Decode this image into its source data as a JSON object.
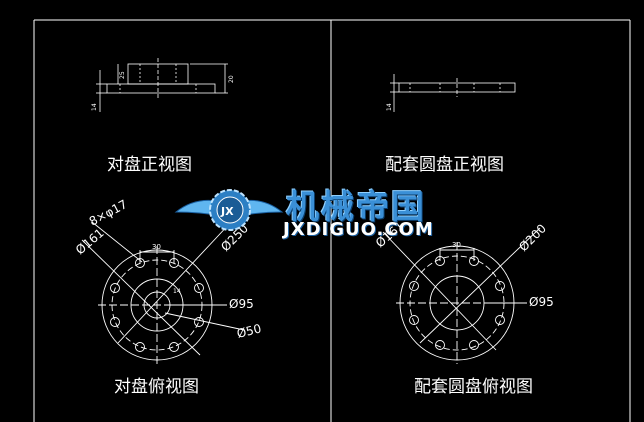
{
  "colors": {
    "background": "#000000",
    "line": "#ffffff",
    "dim": "#ffffff",
    "watermark": "#3a8fd6"
  },
  "left_panel": {
    "front_view_title": "对盘正视图",
    "top_view_title": "对盘俯视图",
    "front_dims": [
      "25",
      "20",
      "14"
    ],
    "top_dims": {
      "holes": "8×φ17",
      "bolt_circle": "Ø161",
      "outer": "Ø250",
      "center_spacing": "30",
      "small": "14",
      "hub": "Ø95",
      "bore": "Ø50"
    }
  },
  "right_panel": {
    "front_view_title": "配套圆盘正视图",
    "top_view_title": "配套圆盘俯视图",
    "front_dims": [
      "14"
    ],
    "top_dims": {
      "bolt_circle": "Ø161",
      "outer": "Ø200",
      "center_spacing": "30",
      "hub": "Ø95"
    }
  },
  "watermark": {
    "title": "机械帝国",
    "subtitle": "JXDIGUO.COM",
    "logo_text": "JX"
  }
}
